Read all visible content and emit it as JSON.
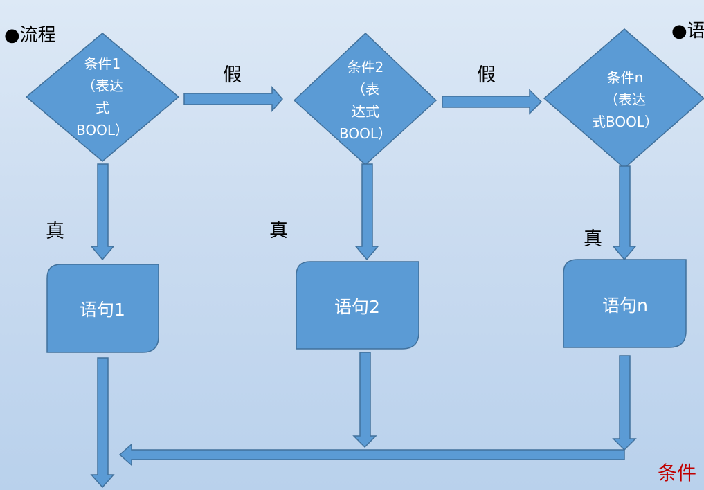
{
  "header": {
    "title": "●流程",
    "title_right": "●语"
  },
  "conditions": [
    {
      "label": "条件1\n（表达\n式\nBOOL）"
    },
    {
      "label": "条件2\n（表\n达式\nBOOL）"
    },
    {
      "label": "条件n\n（表达\n式BOOL）"
    }
  ],
  "statements": [
    {
      "label": "语句1"
    },
    {
      "label": "语句2"
    },
    {
      "label": "语句n"
    }
  ],
  "edge_labels": {
    "false_1": "假",
    "false_2": "假",
    "true_1": "真",
    "true_2": "真",
    "true_3": "真"
  },
  "footer_note": "条件",
  "colors": {
    "shape_fill": "#5b9bd5",
    "shape_stroke": "#41719c",
    "note_red": "#c00000"
  }
}
